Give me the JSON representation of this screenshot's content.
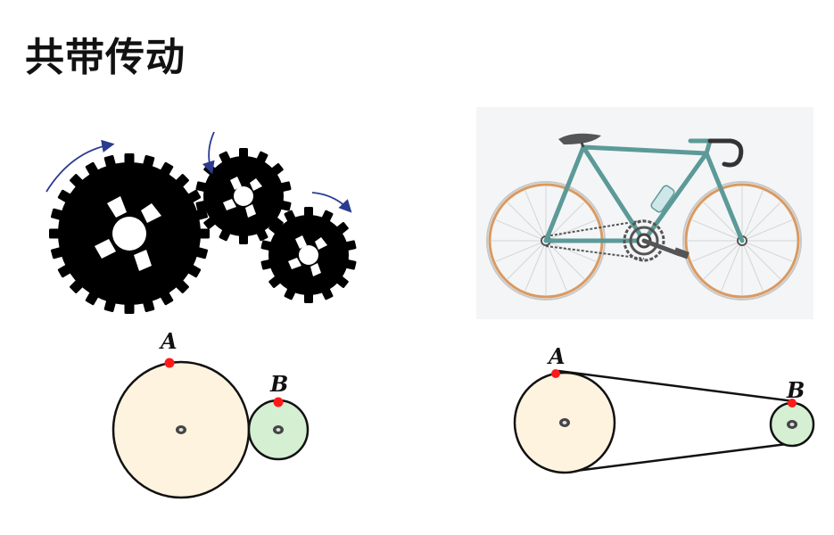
{
  "page": {
    "title": "共带传动"
  },
  "contact_diagram": {
    "label_a": "A",
    "label_b": "B",
    "colors": {
      "big_wheel_fill": "#fdf3df",
      "small_wheel_fill": "#d4efd2",
      "point": "#ff1a1a"
    }
  },
  "belt_diagram": {
    "label_a": "A",
    "label_b": "B",
    "colors": {
      "big_wheel_fill": "#fdf3df",
      "small_wheel_fill": "#d4efd2",
      "point": "#ff1a1a"
    }
  },
  "gears_image": {
    "icon": "gear-train-icon",
    "arrow_color": "#2a3b8f"
  },
  "bike_image": {
    "icon": "bicycle-icon",
    "frame_color": "#5b9a98",
    "tire_color": "#d99a62"
  }
}
